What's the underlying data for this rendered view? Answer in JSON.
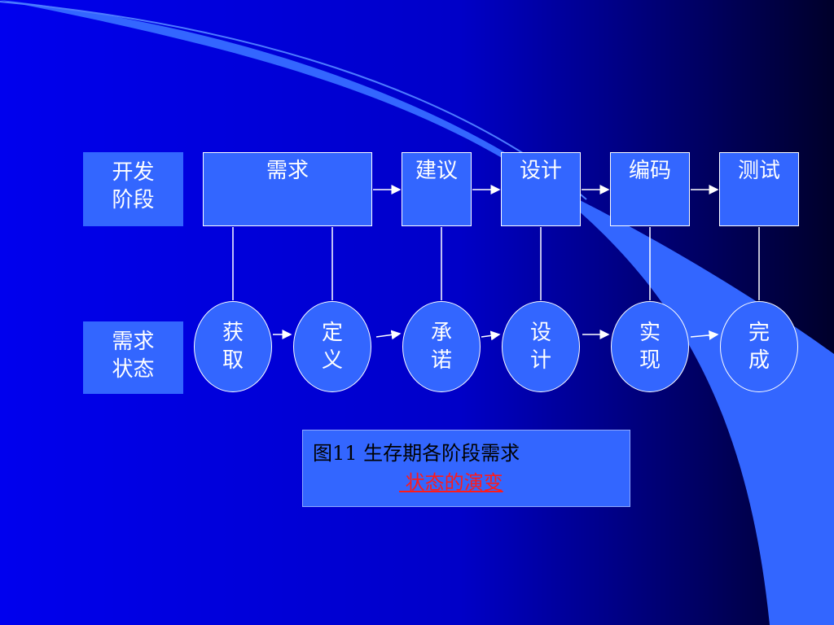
{
  "colors": {
    "bg_left": "#0000EE",
    "bg_right": "#00002A",
    "node_fill": "#3366FF",
    "swoosh": "#3366FF",
    "caption_note": "#FF1A1A"
  },
  "dev_stage": {
    "label_line1": "开发",
    "label_line2": "阶段"
  },
  "stages": [
    {
      "label": "需求"
    },
    {
      "label": "建议"
    },
    {
      "label": "设计"
    },
    {
      "label": "编码"
    },
    {
      "label": "测试"
    }
  ],
  "req_state": {
    "label_line1": "需求",
    "label_line2": "状态"
  },
  "states": [
    {
      "line1": "获",
      "line2": "取"
    },
    {
      "line1": "定",
      "line2": "义"
    },
    {
      "line1": "承",
      "line2": "诺"
    },
    {
      "line1": "设",
      "line2": "计"
    },
    {
      "line1": "实",
      "line2": "现"
    },
    {
      "line1": "完",
      "line2": "成"
    }
  ],
  "caption": {
    "line1": "图11 生存期各阶段需求",
    "line2": " 状态的演变"
  }
}
